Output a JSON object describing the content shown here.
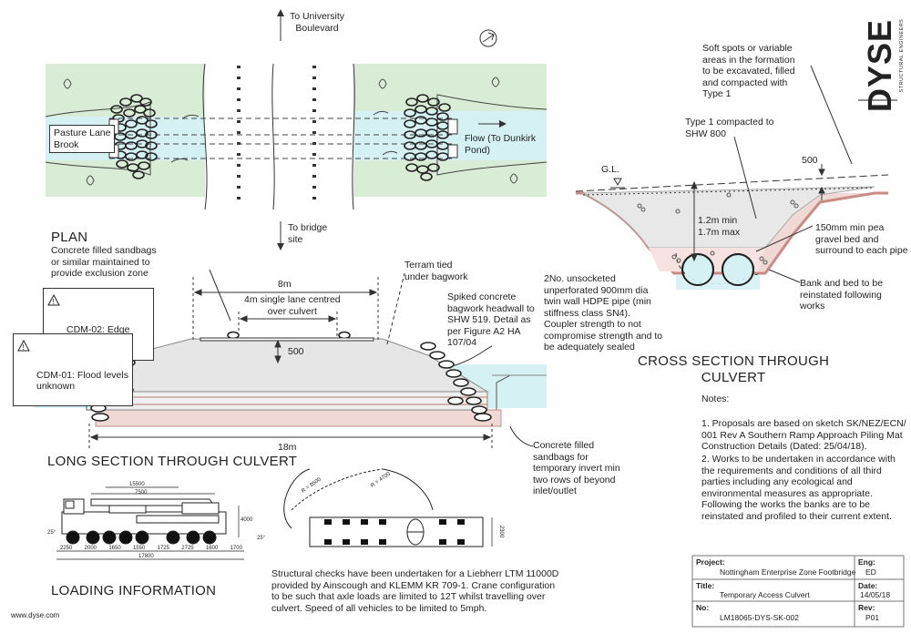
{
  "plan": {
    "title": "PLAN",
    "to_university": "To University\nBoulevard",
    "to_bridge": "To bridge\nsite",
    "brook": "Pasture Lane\nBrook",
    "flow": "Flow (To Dunkirk\nPond)"
  },
  "long_section": {
    "title": "LONG SECTION THROUGH CULVERT",
    "sandbags_note": "Concrete filled sandbags\nor similar maintained to\nprovide exclusion zone",
    "cdm02": "CDM-02: Edge\nDistance",
    "cdm01": "CDM-01: Flood levels\nunknown",
    "dim_8m": "8m",
    "dim_4m": "4m single lane centred\nover culvert",
    "dim_500": "500",
    "dim_18m": "18m",
    "terram": "Terram tied\nunder bagwork",
    "headwall": "Spiked concrete\nbagwork headwall to\nSHW 519. Detail as\nper Figure A2 HA\n107/04",
    "invert_note": "Concrete filled\nsandbags for\ntemporary invert min\ntwo rows of beyond\ninlet/outlet"
  },
  "cross_section": {
    "title": "CROSS SECTION THROUGH\nCULVERT",
    "soft_spots": "Soft spots or variable\nareas in the formation\nto be excavated, filled\nand compacted with\nType 1",
    "type1": "Type 1 compacted to\nSHW 800",
    "gl": "G.L.",
    "dim_500": "500",
    "depth": "1.2m min\n1.7m max",
    "pea_gravel": "150mm min pea\ngravel bed and\nsurround to each pipe",
    "pipe_note": "2No. unsocketed\nunperforated 900mm dia\ntwin wall HDPE pipe (min\nstiffness class SN4).\nCoupler strength to not\ncompromise strength and to\nbe adequately sealed",
    "bank_note": "Bank and bed to be\nreinstated following\nworks"
  },
  "notes": {
    "heading": "Notes:",
    "n1": "1. Proposals are based on sketch SK/NEZ/ECN/\n001 Rev A Southern Ramp Approach Piling Mat\nConstruction Details (Dated: 25/04/18).",
    "n2": "2. Works to be undertaken in accordance with\nthe requirements and conditions of all third\nparties including any ecological and\nenvironmental measures as appropriate.\nFollowing the works the banks are to be\nreinstated and profiled to their current extent."
  },
  "loading": {
    "title": "LOADING INFORMATION",
    "text": "Structural checks have been undertaken for a Liebherr LTM 11000D\nprovided by Ainscough and KLEMM KR 709-1. Crane configuration\nto be such that axle loads are limited to 12T whilst travelling over\nculvert. Speed of all vehicles to be limited to 5mph.",
    "crane_dims": [
      "2250",
      "2000",
      "1650",
      "1550",
      "1725",
      "2725",
      "1600",
      "1700"
    ],
    "crane_total": "17800",
    "crane_top": "15500",
    "crane_top2": "7500",
    "crane_h": "4000",
    "angle": "25°",
    "r1": "R = 8500",
    "r2": "R = 4700",
    "rig_h": "2300"
  },
  "brand": {
    "logo": "DYSE",
    "sub": "STRUCTURAL ENGINEERS",
    "web": "www.dyse.com"
  },
  "titleblock": {
    "project_label": "Project:",
    "project": "Nottingham Enterprise Zone Footbridge",
    "eng_label": "Eng:",
    "eng": "ED",
    "title_label": "Title:",
    "title": "Temporary Access Culvert",
    "date_label": "Date:",
    "date": "14/05/18",
    "no_label": "No:",
    "no": "LM18065-DYS-SK-002",
    "rev_label": "Rev:",
    "rev": "P01"
  },
  "colors": {
    "grass": "#d9ecd5",
    "water": "#d6f1f4",
    "earth": "#f0d8d5",
    "earth_edge": "#c98b85",
    "fill": "#e6e6e6"
  }
}
